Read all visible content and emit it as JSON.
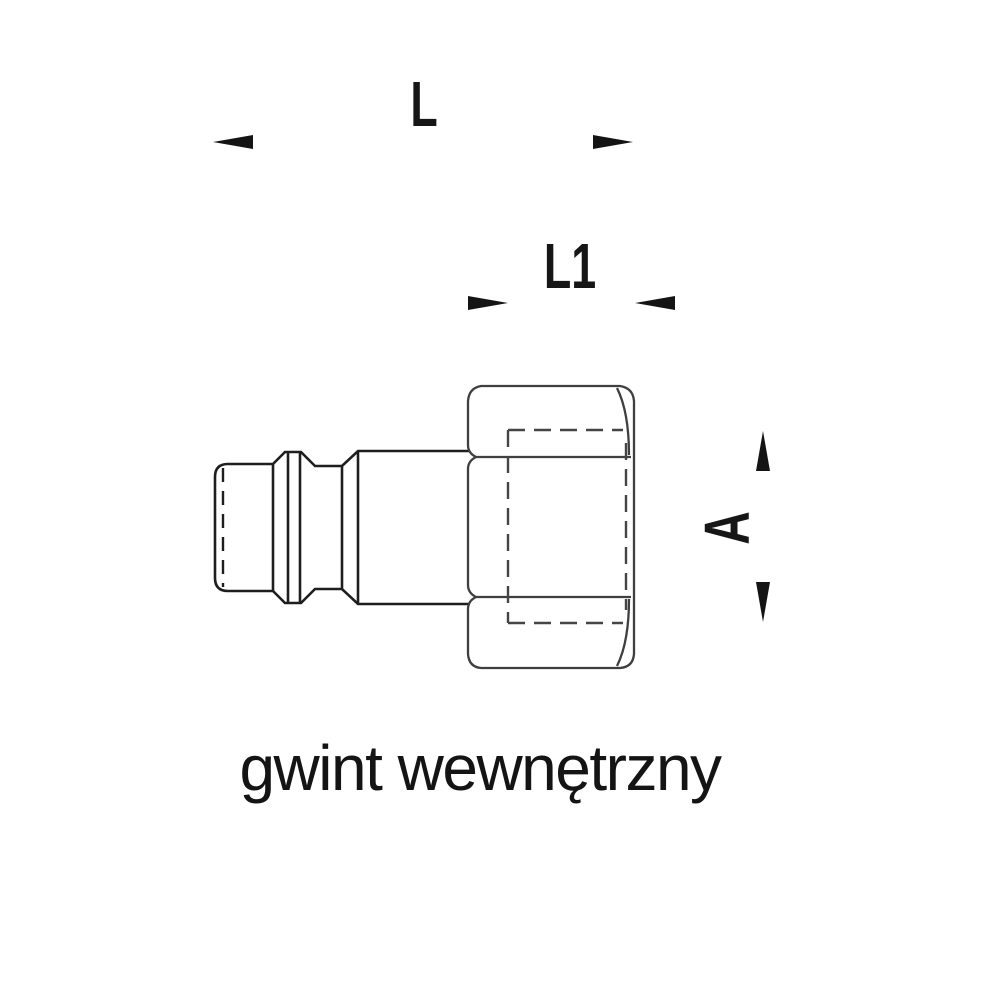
{
  "drawing": {
    "type": "technical-drawing",
    "subject": "quick-coupling plug with female thread",
    "labels": {
      "overall_length": "L",
      "thread_depth": "L1",
      "thread_size": "A"
    },
    "caption": "gwint wewnętrzny",
    "colors": {
      "background": "#ffffff",
      "part_outline": "#1e1e1e",
      "hex_outline": "#3f3f3f",
      "hidden_line": "#454545",
      "dimension_line": "#757575",
      "arrow": "#141414",
      "label_text": "#161616"
    }
  }
}
